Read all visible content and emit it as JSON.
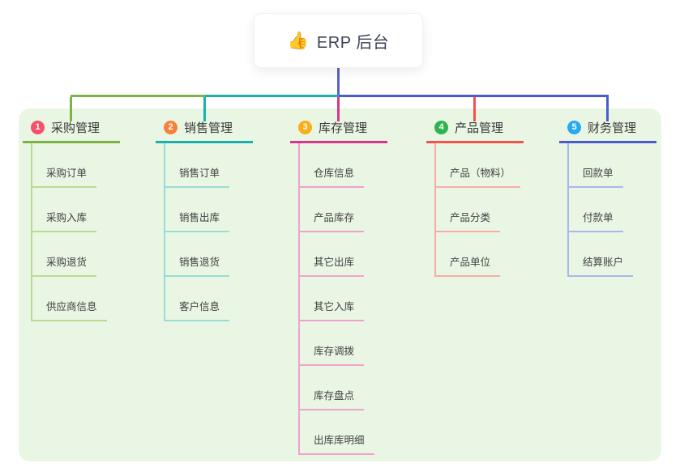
{
  "root": {
    "icon": "👍",
    "title": "ERP 后台"
  },
  "branches": [
    {
      "number": "1",
      "label": "采购管理",
      "line_color": "#7cb342",
      "light_color": "#b7db92",
      "badge_color": "#f4516c",
      "children": [
        "采购订单",
        "采购入库",
        "采购退货",
        "供应商信息"
      ]
    },
    {
      "number": "2",
      "label": "销售管理",
      "line_color": "#1ab0ac",
      "light_color": "#97ddd6",
      "badge_color": "#f5813c",
      "children": [
        "销售订单",
        "销售出库",
        "销售退货",
        "客户信息"
      ]
    },
    {
      "number": "3",
      "label": "库存管理",
      "line_color": "#d9368b",
      "light_color": "#f0a2cd",
      "badge_color": "#fbae17",
      "children": [
        "仓库信息",
        "产品库存",
        "其它出库",
        "其它入库",
        "库存调拨",
        "库存盘点",
        "出库库明细"
      ]
    },
    {
      "number": "4",
      "label": "产品管理",
      "line_color": "#f4524d",
      "light_color": "#f8aca7",
      "badge_color": "#2eb44e",
      "children": [
        "产品（物料）",
        "产品分类",
        "产品单位"
      ]
    },
    {
      "number": "5",
      "label": "财务管理",
      "line_color": "#4a5ad0",
      "light_color": "#aab6ec",
      "badge_color": "#26aaf0",
      "children": [
        "回款单",
        "付款单",
        "结算账户"
      ]
    }
  ],
  "canvas": {
    "background": "#ffffff",
    "panel_background": "#eaf6e4",
    "root_connector_color": "#5a62ca"
  }
}
